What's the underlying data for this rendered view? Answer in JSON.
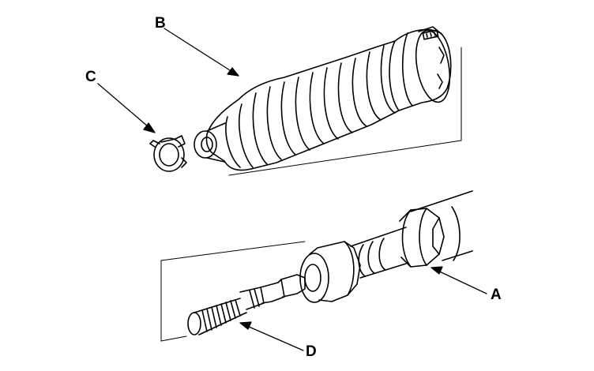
{
  "callouts": {
    "a": "A",
    "b": "B",
    "c": "C",
    "d": "D"
  },
  "parts": [
    {
      "callout": "A",
      "name": "rack-housing-stop-ring-icon"
    },
    {
      "callout": "B",
      "name": "steering-boot-bellows-icon"
    },
    {
      "callout": "C",
      "name": "boot-band-clamp-icon"
    },
    {
      "callout": "D",
      "name": "tie-rod-threaded-end-icon"
    }
  ],
  "colors": {
    "ink": "#000000",
    "paper": "#ffffff"
  }
}
